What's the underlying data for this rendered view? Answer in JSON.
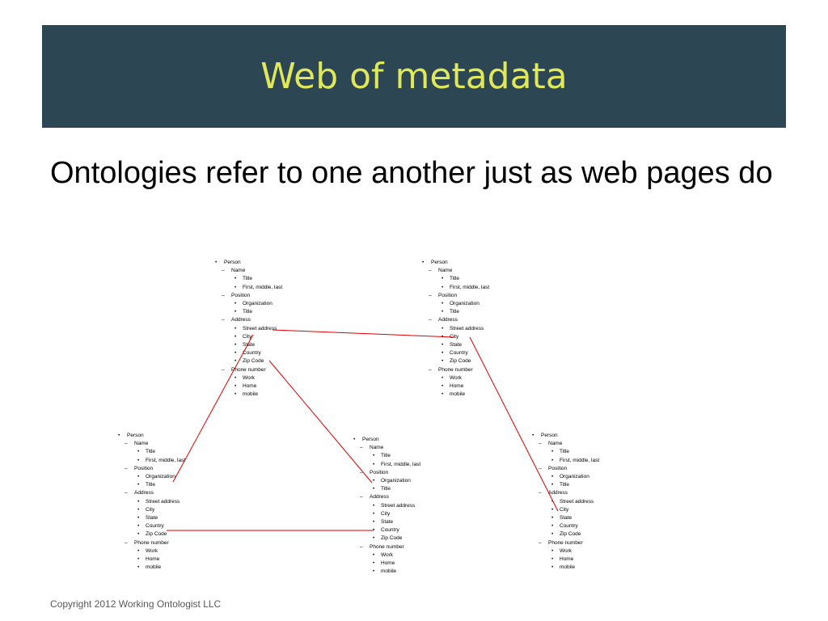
{
  "slide": {
    "title": "Web of metadata",
    "subtitle": "Ontologies refer to one another just as web pages do",
    "footer": "Copyright 2012 Working Ontologist LLC"
  },
  "bullets": {
    "l1": "•",
    "l2": "–",
    "l3": "•"
  },
  "ontology_items": [
    {
      "level": 1,
      "text": "Person"
    },
    {
      "level": 2,
      "text": "Name"
    },
    {
      "level": 3,
      "text": "Title"
    },
    {
      "level": 3,
      "text": "First, middle, last"
    },
    {
      "level": 2,
      "text": "Position"
    },
    {
      "level": 3,
      "text": "Organization"
    },
    {
      "level": 3,
      "text": "Title"
    },
    {
      "level": 2,
      "text": "Address"
    },
    {
      "level": 3,
      "text": "Street address"
    },
    {
      "level": 3,
      "text": "City"
    },
    {
      "level": 3,
      "text": "State"
    },
    {
      "level": 3,
      "text": "Country"
    },
    {
      "level": 3,
      "text": "Zip Code"
    },
    {
      "level": 2,
      "text": "Phone number"
    },
    {
      "level": 3,
      "text": "Work"
    },
    {
      "level": 3,
      "text": "Home"
    },
    {
      "level": 3,
      "text": "mobile"
    }
  ],
  "link_color": "#e00000"
}
